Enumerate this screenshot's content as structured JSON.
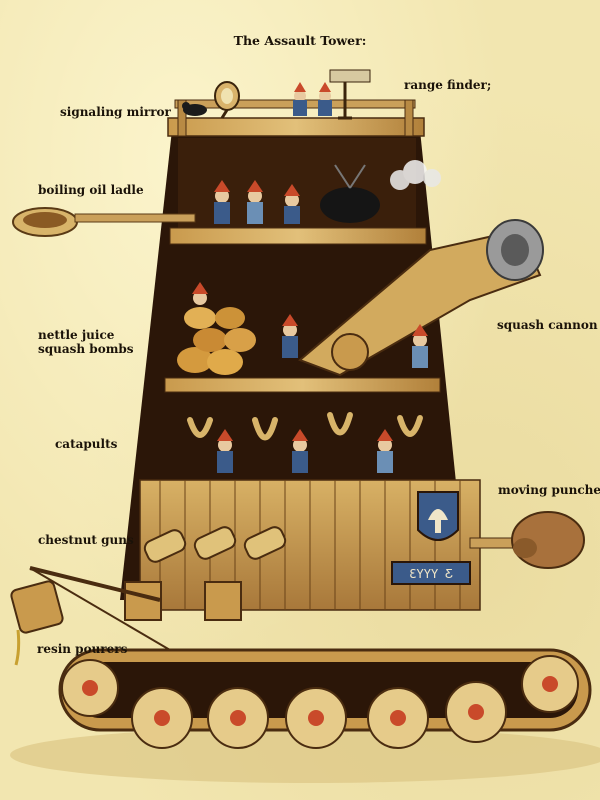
{
  "title": "The Assault Tower:",
  "labels": {
    "signaling_mirror": "signaling mirror",
    "range_finder": "range finder;",
    "boiling_oil_ladle": "boiling oil ladle",
    "nettle_juice_line1": "nettle juice",
    "nettle_juice_line2": "squash bombs",
    "squash_cannon": "squash cannon",
    "catapults": "catapults",
    "moving_puncher": "moving puncher",
    "chestnut_guns": "chestnut guns",
    "resin_pourers": "resin pourers"
  },
  "sign_text": "ƐΥΥΥ Ƹ",
  "colors": {
    "paper": "#f2e6b0",
    "wood_light": "#d9b46a",
    "wood_mid": "#b98a3e",
    "wood_dark": "#5e3a17",
    "shadow": "#2a1608",
    "gnome_red": "#c94a2a",
    "gnome_blue": "#3b5b8a",
    "glove": "#a8713c"
  }
}
